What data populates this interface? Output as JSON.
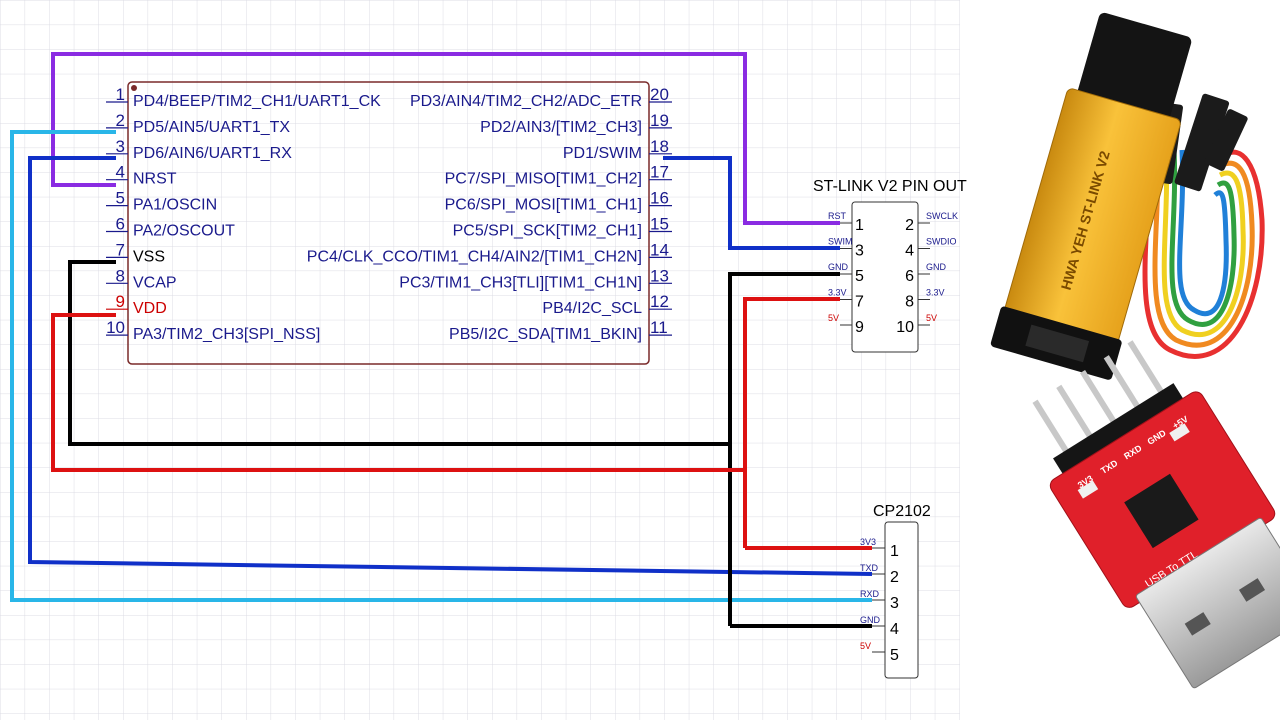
{
  "mcu": {
    "left_pins": [
      {
        "num": "1",
        "name": "PD4/BEEP/TIM2_CH1/UART1_CK",
        "color": "#1a1a8c"
      },
      {
        "num": "2",
        "name": "PD5/AIN5/UART1_TX",
        "color": "#1a1a8c"
      },
      {
        "num": "3",
        "name": "PD6/AIN6/UART1_RX",
        "color": "#1a1a8c"
      },
      {
        "num": "4",
        "name": "NRST",
        "color": "#1a1a8c"
      },
      {
        "num": "5",
        "name": "PA1/OSCIN",
        "color": "#1a1a8c"
      },
      {
        "num": "6",
        "name": "PA2/OSCOUT",
        "color": "#1a1a8c"
      },
      {
        "num": "7",
        "name": "VSS",
        "color": "#000000"
      },
      {
        "num": "8",
        "name": "VCAP",
        "color": "#1a1a8c"
      },
      {
        "num": "9",
        "name": "VDD",
        "color": "#cc0000"
      },
      {
        "num": "10",
        "name": "PA3/TIM2_CH3[SPI_NSS]",
        "color": "#1a1a8c"
      }
    ],
    "right_pins": [
      {
        "num": "20",
        "name": "PD3/AIN4/TIM2_CH2/ADC_ETR"
      },
      {
        "num": "19",
        "name": "PD2/AIN3/[TIM2_CH3]"
      },
      {
        "num": "18",
        "name": "PD1/SWIM"
      },
      {
        "num": "17",
        "name": "PC7/SPI_MISO[TIM1_CH2]"
      },
      {
        "num": "16",
        "name": "PC6/SPI_MOSI[TIM1_CH1]"
      },
      {
        "num": "15",
        "name": "PC5/SPI_SCK[TIM2_CH1]"
      },
      {
        "num": "14",
        "name": "PC4/CLK_CCO/TIM1_CH4/AIN2/[TIM1_CH2N]"
      },
      {
        "num": "13",
        "name": "PC3/TIM1_CH3[TLI][TIM1_CH1N]"
      },
      {
        "num": "12",
        "name": "PB4/I2C_SCL"
      },
      {
        "num": "11",
        "name": "PB5/I2C_SDA[TIM1_BKIN]"
      }
    ]
  },
  "stlink": {
    "title": "ST-LINK V2 PIN OUT",
    "rows": [
      {
        "l_label": "RST",
        "l_num": "1",
        "r_num": "2",
        "r_label": "SWCLK",
        "color": "#1a1a8c"
      },
      {
        "l_label": "SWIM",
        "l_num": "3",
        "r_num": "4",
        "r_label": "SWDIO",
        "color": "#1a1a8c"
      },
      {
        "l_label": "GND",
        "l_num": "5",
        "r_num": "6",
        "r_label": "GND",
        "color": "#1a1a8c"
      },
      {
        "l_label": "3.3V",
        "l_num": "7",
        "r_num": "8",
        "r_label": "3.3V",
        "color": "#1a1a8c"
      },
      {
        "l_label": "5V",
        "l_num": "9",
        "r_num": "10",
        "r_label": "5V",
        "color": "#cc0000"
      }
    ]
  },
  "cp2102": {
    "title": "CP2102",
    "pins": [
      {
        "num": "1",
        "label": "3V3",
        "color": "#1a1a8c"
      },
      {
        "num": "2",
        "label": "TXD",
        "color": "#1a1a8c"
      },
      {
        "num": "3",
        "label": "RXD",
        "color": "#1a1a8c"
      },
      {
        "num": "4",
        "label": "GND",
        "color": "#1a1a8c"
      },
      {
        "num": "5",
        "label": "5V",
        "color": "#cc0000"
      }
    ]
  },
  "device_photos": {
    "stlink_label": "HWA YEH ST-LINK V2",
    "usb_label": "USB To TTL",
    "usb_pin_labels": [
      "3V3",
      "TXD",
      "RXD",
      "GND",
      "+5V"
    ]
  },
  "colors": {
    "grid": "#dcdce4",
    "component_outline": "#7a2a2a",
    "wire_purple": "#8a2be2",
    "wire_lightblue": "#29b6e8",
    "wire_blue": "#1030c8",
    "wire_black": "#000000",
    "wire_red": "#dd1111",
    "stlink_body": "#f5b324",
    "usb_board": "#e0202a"
  }
}
